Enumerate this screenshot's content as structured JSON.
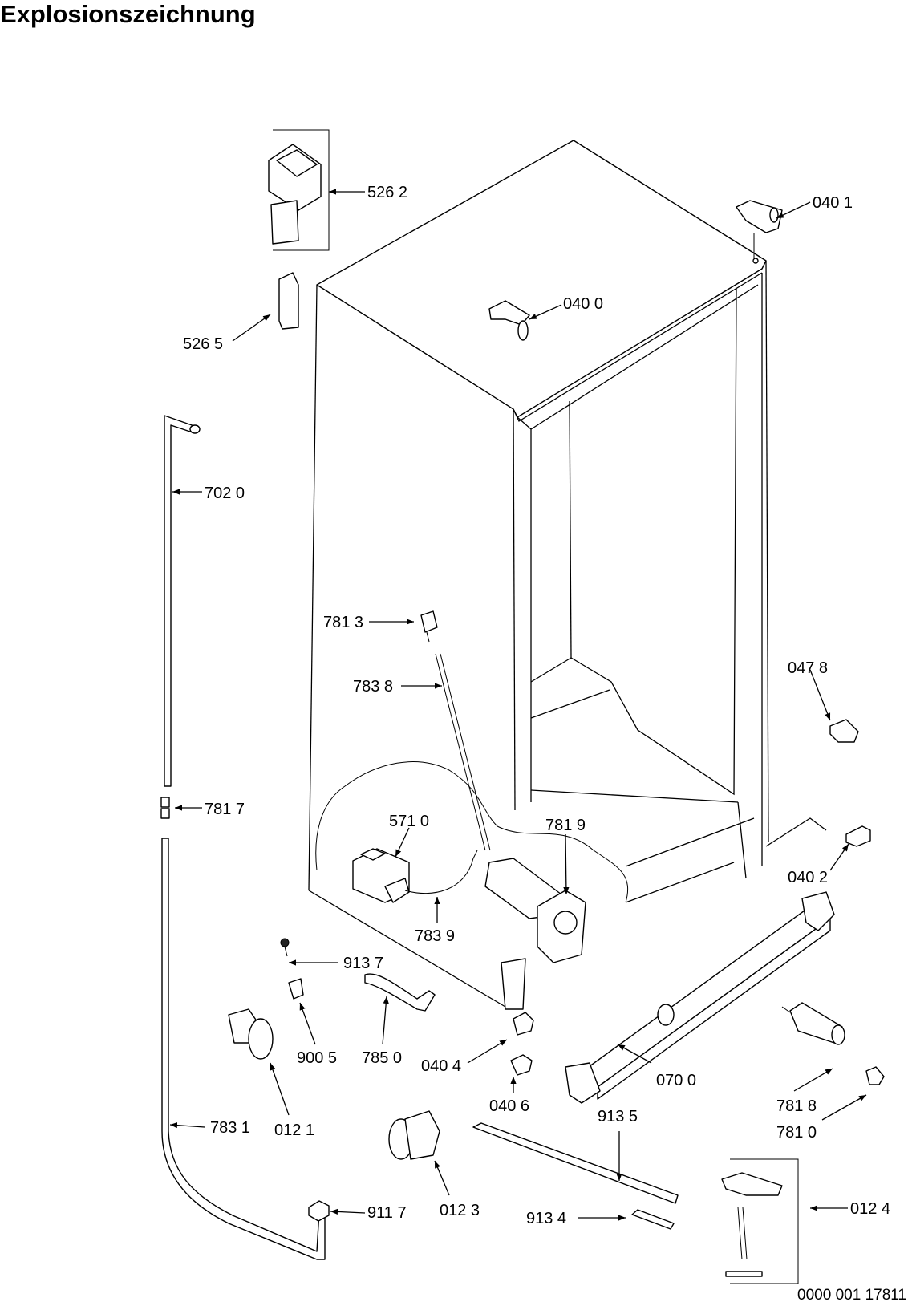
{
  "title": "Explosionszeichnung",
  "document_number": "0000 001 17811",
  "parts": [
    {
      "id": "526-2",
      "label": "526 2"
    },
    {
      "id": "526-5",
      "label": "526 5"
    },
    {
      "id": "040-1",
      "label": "040 1"
    },
    {
      "id": "040-0",
      "label": "040 0"
    },
    {
      "id": "702-0",
      "label": "702 0"
    },
    {
      "id": "781-3",
      "label": "781 3"
    },
    {
      "id": "783-8",
      "label": "783 8"
    },
    {
      "id": "047-8",
      "label": "047 8"
    },
    {
      "id": "781-7",
      "label": "781 7"
    },
    {
      "id": "571-0",
      "label": "571 0"
    },
    {
      "id": "781-9",
      "label": "781 9"
    },
    {
      "id": "040-2",
      "label": "040 2"
    },
    {
      "id": "783-9",
      "label": "783 9"
    },
    {
      "id": "913-7",
      "label": "913 7"
    },
    {
      "id": "900-5",
      "label": "900 5"
    },
    {
      "id": "785-0",
      "label": "785 0"
    },
    {
      "id": "040-4",
      "label": "040 4"
    },
    {
      "id": "070-0",
      "label": "070 0"
    },
    {
      "id": "040-6",
      "label": "040 6"
    },
    {
      "id": "783-1",
      "label": "783 1"
    },
    {
      "id": "012-1",
      "label": "012 1"
    },
    {
      "id": "913-5",
      "label": "913 5"
    },
    {
      "id": "781-8",
      "label": "781 8"
    },
    {
      "id": "781-0",
      "label": "781 0"
    },
    {
      "id": "012-3",
      "label": "012 3"
    },
    {
      "id": "911-7",
      "label": "911 7"
    },
    {
      "id": "913-4",
      "label": "913 4"
    },
    {
      "id": "012-4",
      "label": "012 4"
    }
  ]
}
